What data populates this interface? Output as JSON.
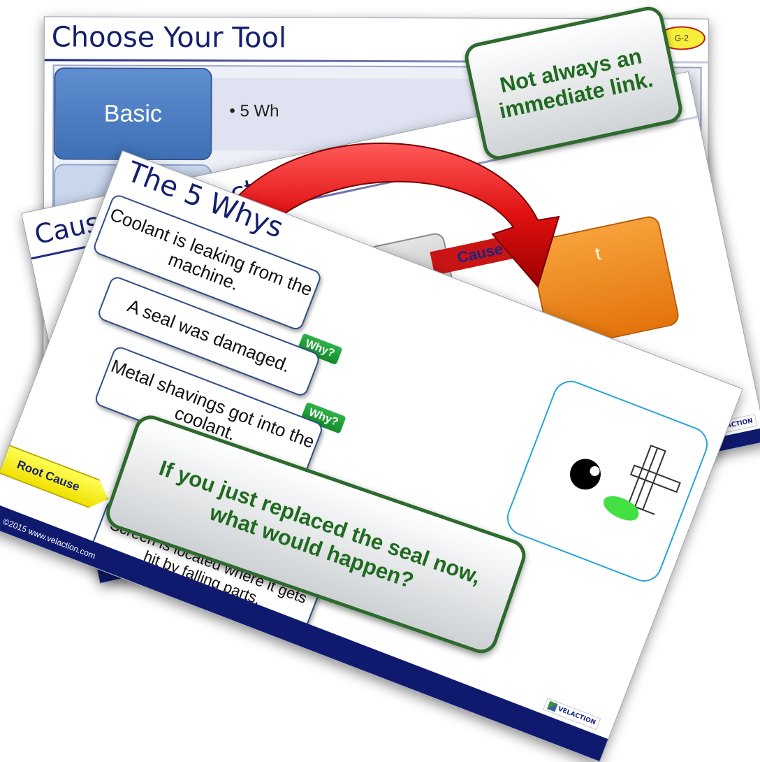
{
  "slide_choose_tool": {
    "title": "Choose Your Tool",
    "basic_label": "Basic",
    "bullet": "• 5 Wh",
    "badge": "G-2"
  },
  "slide_cause_effect": {
    "title": "Cause and Effect Principle",
    "cause_label": "Cause",
    "effect_label": "t"
  },
  "callout_link": {
    "line1": "Not always an",
    "line2": "immediate link."
  },
  "slide_five_whys": {
    "title": "The 5 Whys",
    "steps": [
      "Coolant is leaking from the machine.",
      "A seal was damaged.",
      "Metal shavings got into the coolant."
    ],
    "final_step": "Screen is located where it gets hit by falling parts.",
    "why_label": "Why?",
    "root_cause_label": "Root Cause",
    "copyright": "©2015 www.velaction.com",
    "logo_text": "VELACTION"
  },
  "callout_seal": {
    "text": "If you just replaced the seal now, what would happen?"
  },
  "colors": {
    "navy": "#0f1a6e",
    "green_text": "#1f6b1f",
    "why_green": "#138a2b",
    "root_yellow": "#f0e000",
    "arrow_red": "#c81414",
    "orange": "#e3740b"
  }
}
